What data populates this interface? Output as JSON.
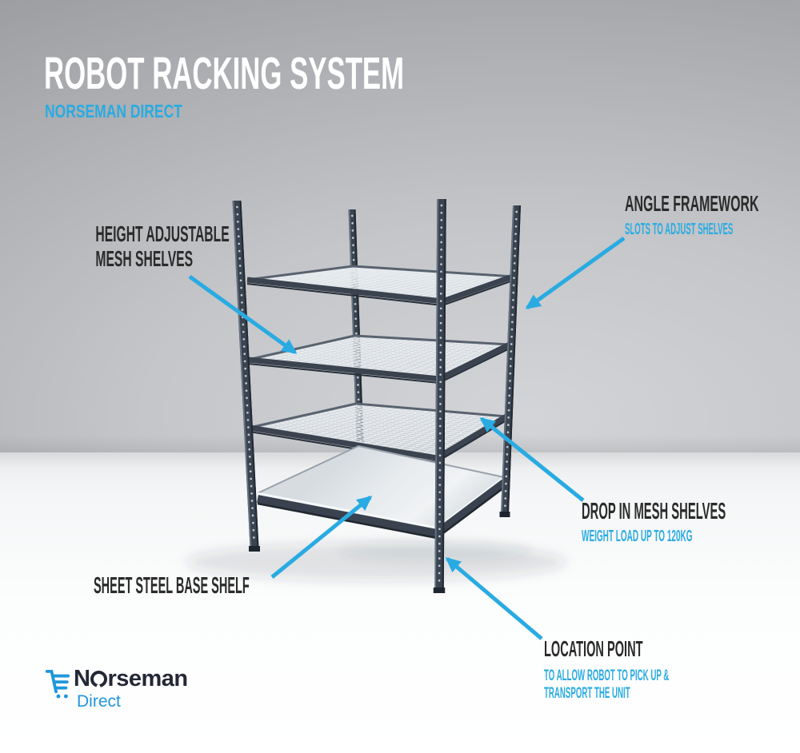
{
  "header": {
    "title": "ROBOT RACKING SYSTEM",
    "subtitle": "NORSEMAN DIRECT"
  },
  "callouts": {
    "height_adjustable": {
      "line1": "HEIGHT ADJUSTABLE",
      "line2": "MESH SHELVES"
    },
    "angle_framework": {
      "title": "ANGLE FRAMEWORK",
      "subtitle": "SLOTS TO ADJUST SHELVES"
    },
    "drop_in_mesh": {
      "title": "DROP IN MESH SHELVES",
      "subtitle": "WEIGHT LOAD UP TO 120KG"
    },
    "sheet_steel": {
      "title": "SHEET STEEL BASE SHELF"
    },
    "location_point": {
      "title": "LOCATION POINT",
      "line1": "TO ALLOW ROBOT TO PICK UP &",
      "line2": "TRANSPORT THE UNIT"
    }
  },
  "logo": {
    "brand": "Norseman",
    "brand_first_letter": "N",
    "brand_rest": "rseman",
    "tagline": "Direct",
    "cart_icon": "shopping-cart-icon"
  },
  "colors": {
    "accent_blue": "#29abe2",
    "logo_blue": "#1f96dc",
    "text_dark": "#2b2b2b",
    "frame_dark": "#3a4350",
    "title_white": "#ffffff"
  }
}
